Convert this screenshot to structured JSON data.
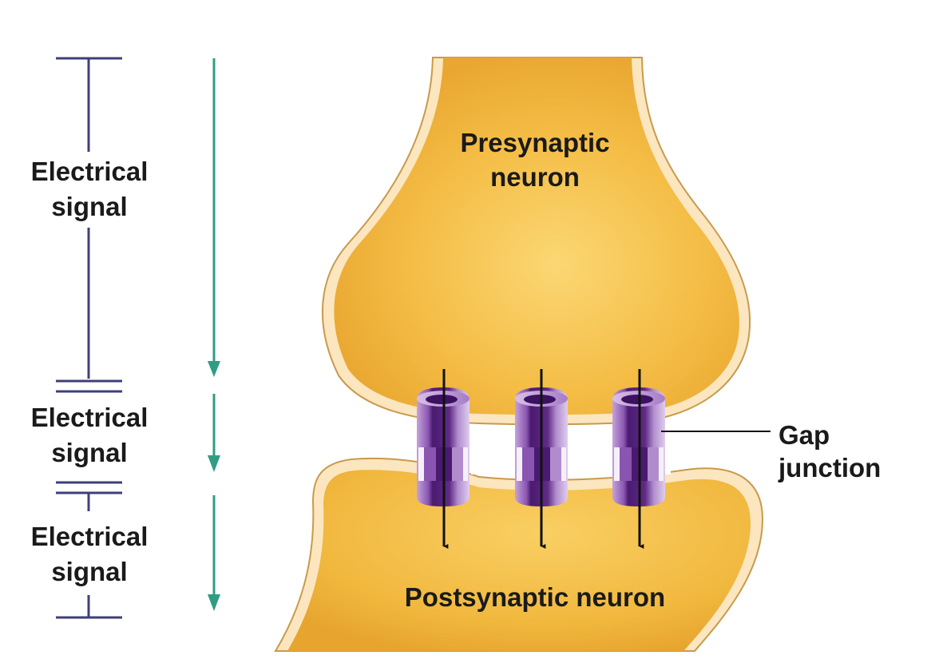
{
  "colors": {
    "neuron_fill": "#f1b83e",
    "neuron_highlight": "#fbd774",
    "membrane": "#fbe6bf",
    "membrane_outline": "#c99a4a",
    "channel_dark": "#5f2a86",
    "channel_light": "#c5a3dc",
    "bracket": "#3f3f78",
    "flow_arrow": "#2e9d83",
    "current_arrow": "#111111"
  },
  "labels": {
    "presynaptic_line1": "Presynaptic",
    "presynaptic_line2": "neuron",
    "postsynaptic": "Postsynaptic neuron",
    "gap_line1": "Gap",
    "gap_line2": "junction"
  },
  "signals": [
    {
      "line1": "Electrical",
      "line2": "signal"
    },
    {
      "line1": "Electrical",
      "line2": "signal"
    },
    {
      "line1": "Electrical",
      "line2": "signal"
    }
  ],
  "icons": {
    "channel": "gap-junction-channel-icon",
    "flow": "down-arrow-icon"
  }
}
